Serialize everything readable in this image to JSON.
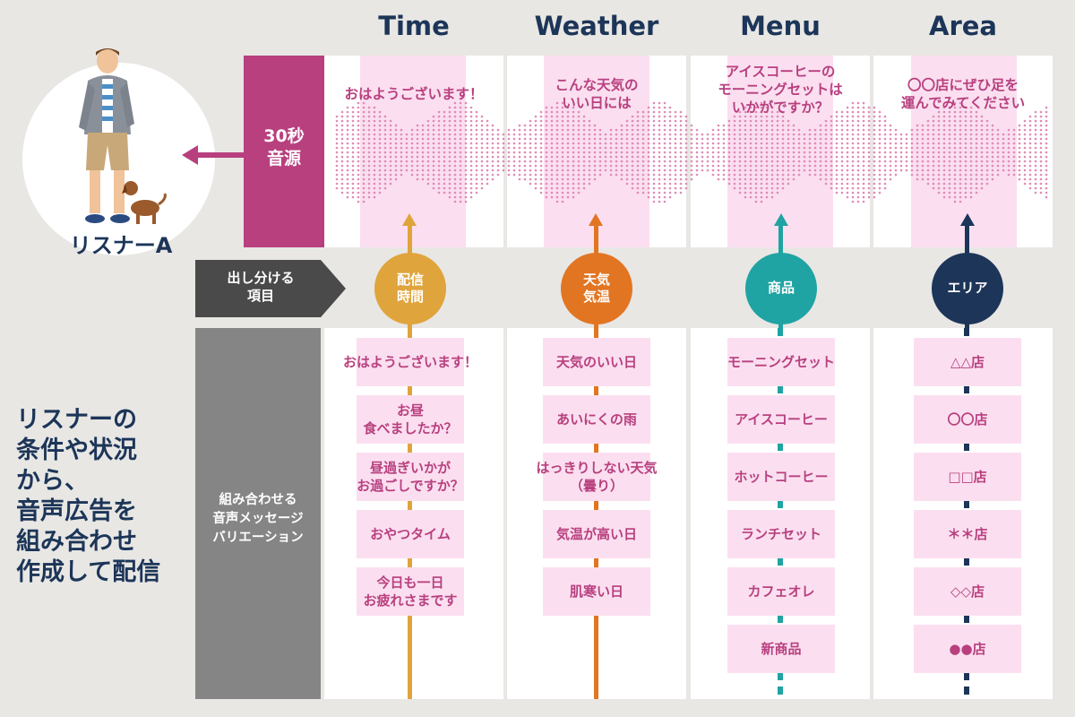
{
  "header": {
    "columns": [
      "Time",
      "Weather",
      "Menu",
      "Area"
    ]
  },
  "audio_source": {
    "label": "30秒\n音源",
    "segments": [
      "おはようございます！",
      "こんな天気の\nいい日には",
      "アイスコーヒーの\nモーニングセットは\nいかがですか？",
      "〇〇店にぜひ足を\n運んでみてください"
    ]
  },
  "listener": {
    "label": "リスナーA"
  },
  "left_caption": "リスナーの\n条件や状況\nから、\n音声広告を\n組み合わせ\n作成して配信",
  "row_labels": {
    "items_label": "出し分ける\n項目",
    "variations_label": "組み合わせる\n音声メッセージ\nバリエーション"
  },
  "categories": [
    {
      "badge": "配信\n時間",
      "color": "#e0a43c",
      "options": [
        "おはようございます！",
        "お昼\n食べましたか？",
        "昼過ぎいかが\nお過ごしですか？",
        "おやつタイム",
        "今日も一日\nお疲れさまです"
      ]
    },
    {
      "badge": "天気\n気温",
      "color": "#e27522",
      "options": [
        "天気のいい日",
        "あいにくの雨",
        "はっきりしない天気\n（曇り）",
        "気温が高い日",
        "肌寒い日"
      ]
    },
    {
      "badge": "商品",
      "color": "#20a3a3",
      "options": [
        "モーニングセット",
        "アイスコーヒー",
        "ホットコーヒー",
        "ランチセット",
        "カフェオレ",
        "新商品"
      ]
    },
    {
      "badge": "エリア",
      "color": "#1c3558",
      "options": [
        "△△店",
        "〇〇店",
        "□□店",
        "＊＊店",
        "◇◇店",
        "●●店"
      ]
    }
  ],
  "colors": {
    "navy": "#1c3558",
    "magenta": "#b8407f",
    "pink_light": "#fbdff0",
    "dark_gray": "#4a4a4a",
    "mid_gray": "#858585"
  }
}
